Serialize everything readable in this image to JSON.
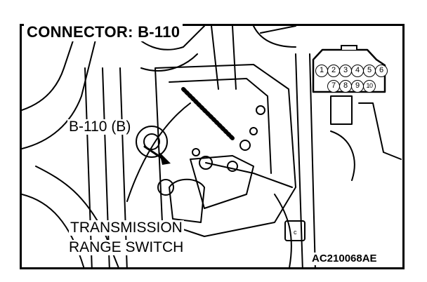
{
  "diagram": {
    "title": "CONNECTOR: B-110",
    "connector_label": "B-110 (B)",
    "component_label_line1": "TRANSMISSION",
    "component_label_line2": "RANGE SWITCH",
    "figure_code": "AC210068AE",
    "connector_face": {
      "top_row_pins": [
        "1",
        "2",
        "3",
        "4",
        "5",
        "6"
      ],
      "bottom_row_pins": [
        "7",
        "8",
        "9",
        "10"
      ]
    }
  }
}
